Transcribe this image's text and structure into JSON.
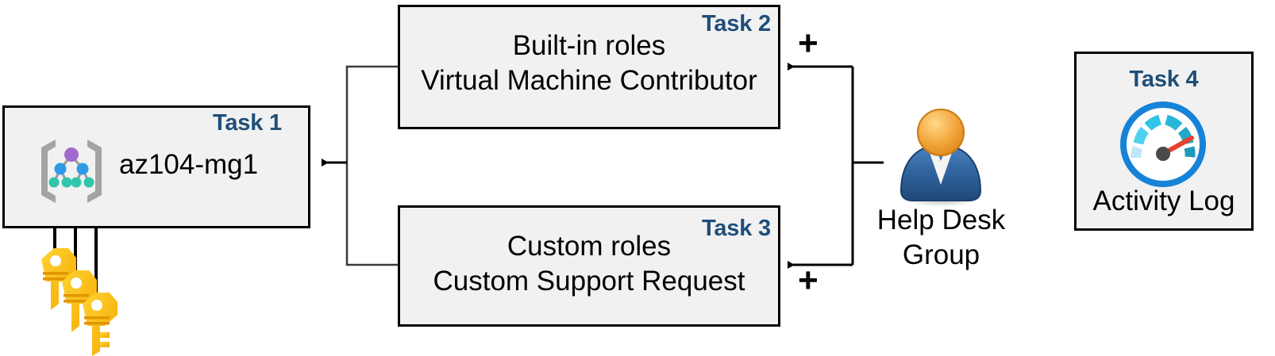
{
  "diagram": {
    "title": "Azure RBAC task diagram",
    "accent_color": "#1F4E79",
    "box_fill": "#F1F1F1",
    "box_border": "#000000"
  },
  "tasks": [
    {
      "tag": "Task 1",
      "title": "az104-mg1",
      "icon": "management-group-icon"
    },
    {
      "tag": "Task 2",
      "line1": "Built-in roles",
      "line2": "Virtual Machine Contributor"
    },
    {
      "tag": "Task 3",
      "line1": "Custom roles",
      "line2": "Custom Support Request"
    },
    {
      "tag": "Task 4",
      "label": "Activity Log",
      "icon": "gauge-icon"
    }
  ],
  "actor": {
    "label_line1": "Help Desk",
    "label_line2": "Group",
    "icon": "user-icon"
  },
  "keys": {
    "icon": "keys-icon",
    "count": 3
  },
  "operators": {
    "plus_top": "+",
    "plus_bottom": "+"
  }
}
